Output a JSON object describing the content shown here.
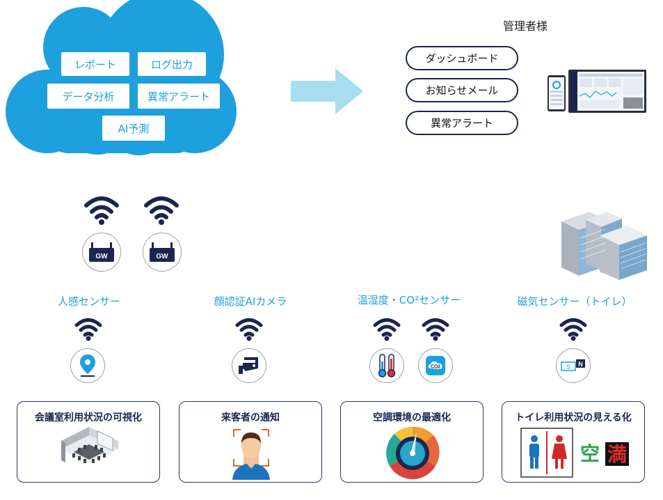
{
  "cloud": {
    "items": [
      {
        "label": "レポート"
      },
      {
        "label": "ログ出力"
      },
      {
        "label": "データ分析"
      },
      {
        "label": "異常アラート"
      },
      {
        "label": "AI予測"
      }
    ],
    "color": "#1ea0df"
  },
  "arrow": {
    "color": "#a8dcf0"
  },
  "admin": {
    "title": "管理者様",
    "pills": [
      "ダッシュボード",
      "お知らせメール",
      "異常アラート"
    ],
    "device_icon": "dashboard-devices-icon"
  },
  "gateways": [
    {
      "label": "GW",
      "icon": "gateway-icon"
    },
    {
      "label": "GW",
      "icon": "gateway-icon"
    }
  ],
  "building_icon": "office-building-icon",
  "sensors": [
    {
      "label": "人感センサー",
      "icons": [
        "location-pin-icon"
      ]
    },
    {
      "label": "顔認証AIカメラ",
      "icons": [
        "security-camera-icon"
      ]
    },
    {
      "label": "温湿度・CO²センサー",
      "icons": [
        "thermometer-icon",
        "co2-icon"
      ],
      "co2_text": "CO2"
    },
    {
      "label": "磁気センサー（トイレ）",
      "icons": [
        "magnetic-sensor-icon"
      ],
      "sn_s": "S",
      "sn_n": "N"
    }
  ],
  "usecases": [
    {
      "title": "会議室利用状況の可視化",
      "icon": "meeting-room-icon"
    },
    {
      "title": "来客者の通知",
      "icon": "face-scan-icon"
    },
    {
      "title": "空調環境の最適化",
      "icon": "gauge-icon"
    },
    {
      "title": "トイレ利用状況の見える化",
      "icon": "restroom-status-icon",
      "vacant": "空",
      "full": "満"
    }
  ],
  "colors": {
    "navy": "#1b2550",
    "accent": "#1ea0df",
    "wifi": "#1b2550"
  }
}
